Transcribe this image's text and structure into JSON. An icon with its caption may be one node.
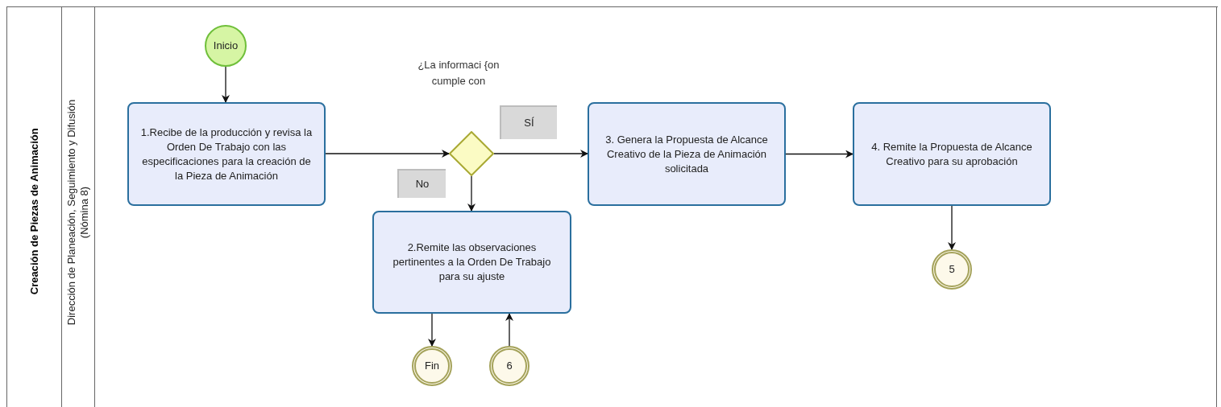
{
  "diagram": {
    "nodes": [
      {
        "text": [
          "Creación de Piezas de Animación"
        ]
      },
      {
        "text": [
          "Dirección de Planeación, Seguimiento y Difusión (Nómina 8)"
        ],
        "in": 0
      },
      {
        "text": [
          "Inicio"
        ],
        "in": 1
      },
      {
        "text": [
          "1.Recibe de la producción y revisa la Orden De Trabajo con las especificaciones para la creación de la Pieza de Animación"
        ],
        "in": 1
      },
      {
        "text": [],
        "shape": "diamond",
        "in": 1
      },
      {
        "text": [
          "2.Remite las observaciones pertinentes a la Orden De Trabajo para su ajuste"
        ],
        "in": 1
      },
      {
        "text": [
          "3. Genera la Propuesta de Alcance Creativo de la Pieza de Animación solicitada"
        ],
        "in": 1
      },
      {
        "text": [
          "4. Remite la Propuesta de Alcance Creativo para su aprobación"
        ],
        "in": 1
      },
      {
        "text": [
          "Fin"
        ],
        "in": 1
      },
      {
        "text": [
          "6"
        ],
        "in": 1
      },
      {
        "text": [
          "5"
        ],
        "in": 1
      }
    ],
    "edges": [
      {
        "from": 2,
        "to": 3,
        "arrow": "to"
      },
      {
        "from": 3,
        "to": 4,
        "arrow": "to"
      },
      {
        "from": 4,
        "to": 6,
        "arrow": "to",
        "label": "SÍ"
      },
      {
        "from": 4,
        "to": 5,
        "arrow": "to",
        "label": "No"
      },
      {
        "from": 6,
        "to": 7,
        "arrow": "to"
      },
      {
        "from": 7,
        "to": 10,
        "arrow": "to"
      },
      {
        "from": 5,
        "to": 8,
        "arrow": "to"
      },
      {
        "from": 9,
        "to": 5,
        "arrow": "to"
      }
    ],
    "labels": [
      "¿La informaci {on cumple con"
    ]
  }
}
